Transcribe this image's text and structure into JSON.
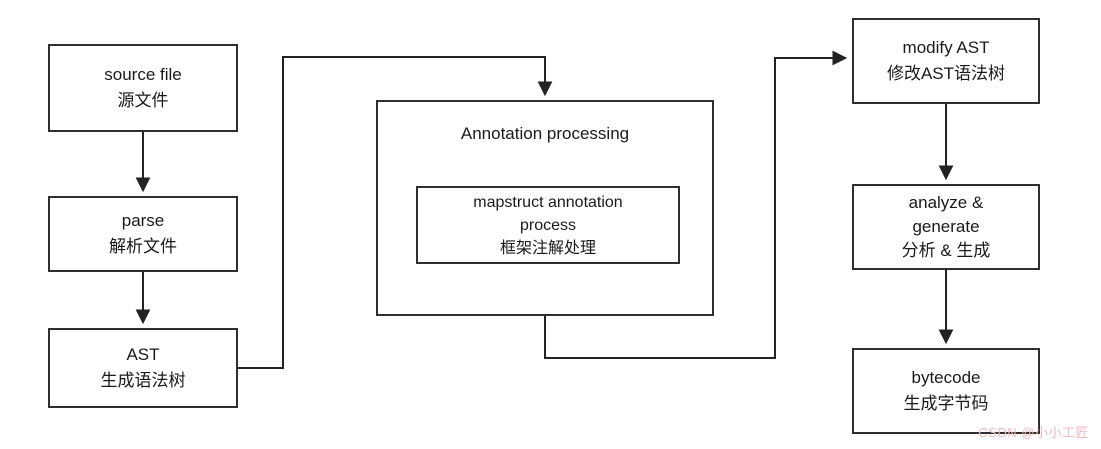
{
  "diagram": {
    "nodes": {
      "source_file": {
        "line1": "source file",
        "line2": "源文件"
      },
      "parse": {
        "line1": "parse",
        "line2": "解析文件"
      },
      "ast": {
        "line1": "AST",
        "line2": "生成语法树"
      },
      "annotation_processing": {
        "title": "Annotation processing"
      },
      "mapstruct": {
        "line1": "mapstruct annotation",
        "line2": "process",
        "line3": "框架注解处理"
      },
      "modify_ast": {
        "line1": "modify AST",
        "line2": "修改AST语法树"
      },
      "analyze_generate": {
        "line1": "analyze &",
        "line2": "generate",
        "line3": "分析 & 生成"
      },
      "bytecode": {
        "line1": "bytecode",
        "line2": "生成字节码"
      }
    },
    "watermark": "CSDN @小小工匠",
    "colors": {
      "border": "#2f2f2f",
      "text": "#1a1a1a",
      "arrow": "#222222",
      "watermark": "#f2b8bc",
      "background": "#ffffff"
    }
  }
}
